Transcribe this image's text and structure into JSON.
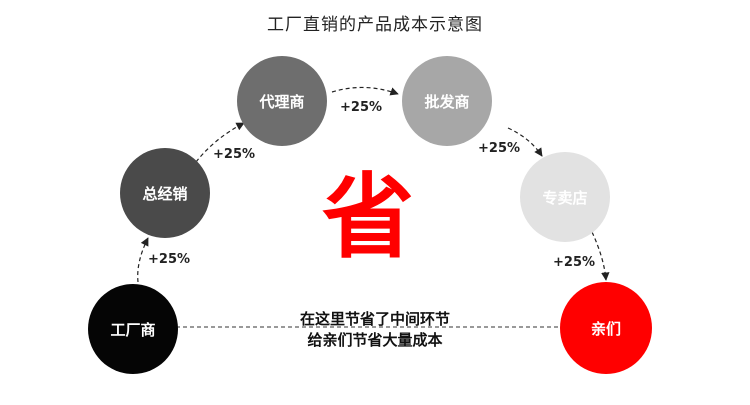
{
  "title": "工厂直销的产品成本示意图",
  "center_char": "省",
  "nodes": [
    {
      "label": "工厂商",
      "color": "#050505"
    },
    {
      "label": "总经销",
      "color": "#4a4a4a"
    },
    {
      "label": "代理商",
      "color": "#6e6e6e"
    },
    {
      "label": "批发商",
      "color": "#a7a7a7"
    },
    {
      "label": "专卖店",
      "color": "#e2e2e2"
    },
    {
      "label": "亲们",
      "color": "#ff0000"
    }
  ],
  "markups": [
    "+25%",
    "+25%",
    "+25%",
    "+25%",
    "+25%"
  ],
  "note": {
    "line1": "在这里节省了中间环节",
    "line2": "给亲们节省大量成本"
  }
}
